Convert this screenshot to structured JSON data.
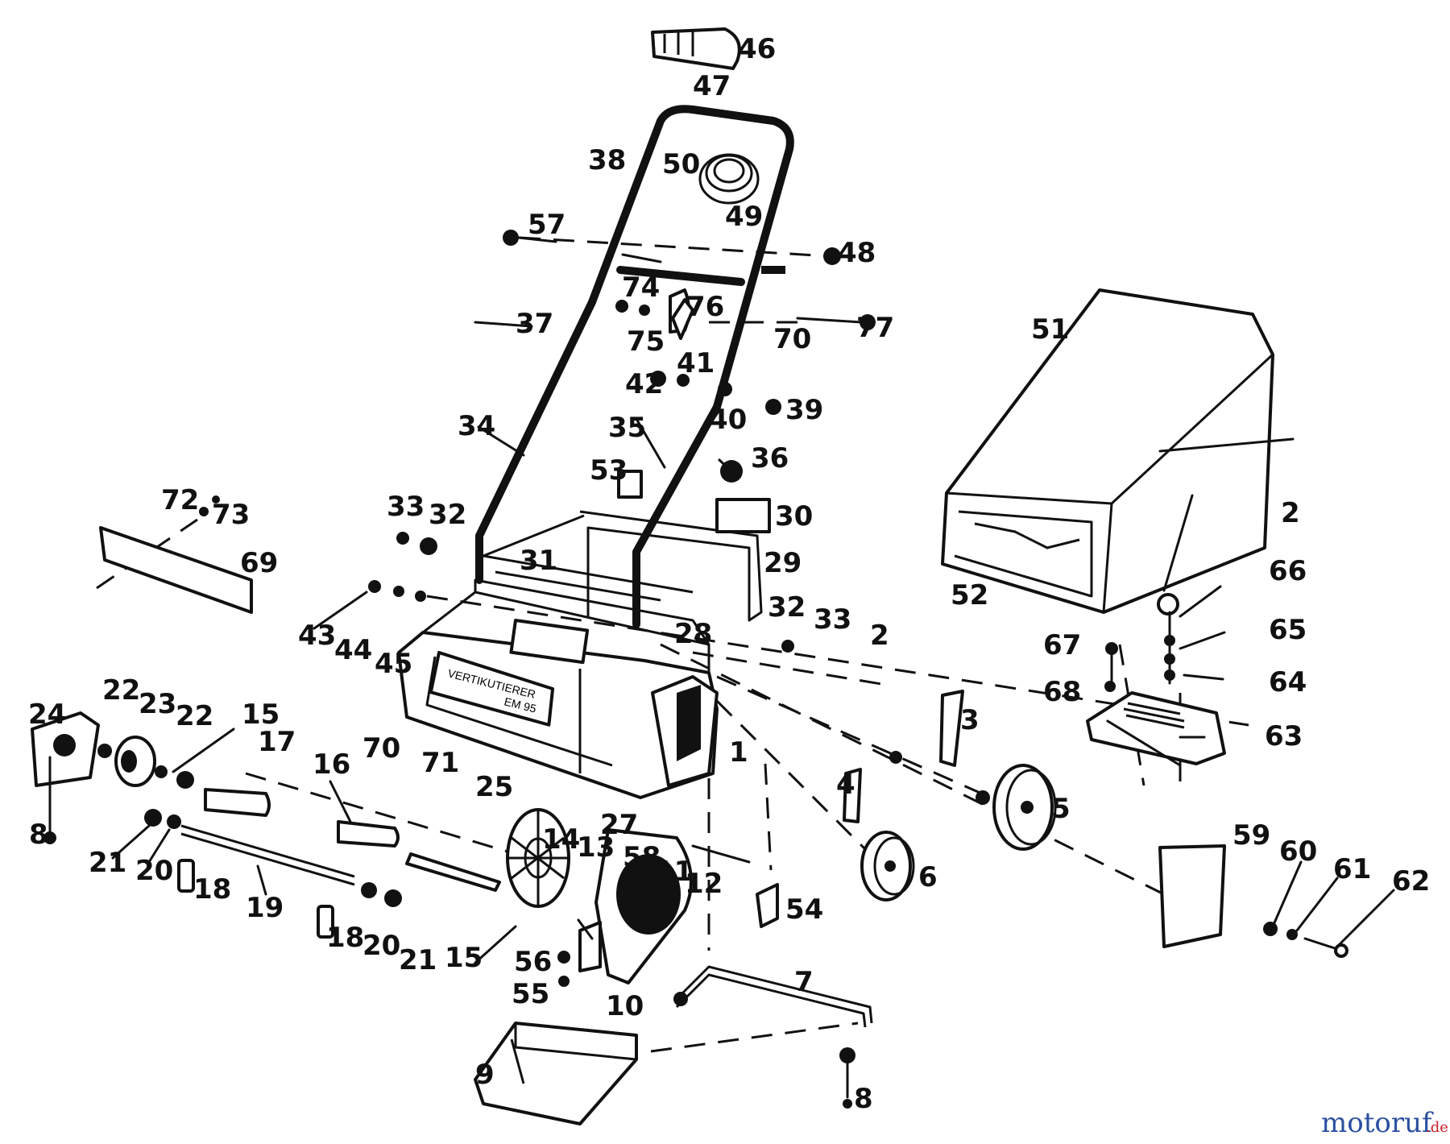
{
  "labels": {
    "p1": "1",
    "p2": "2",
    "p3": "3",
    "p4": "4",
    "p5": "5",
    "p6": "6",
    "p7": "7",
    "p8": "8",
    "p9": "9",
    "p10": "10",
    "p11": "11",
    "p12": "12",
    "p13": "13",
    "p14": "14",
    "p15": "15",
    "p16": "16",
    "p17": "17",
    "p18": "18",
    "p19": "19",
    "p20": "20",
    "p21": "21",
    "p22": "22",
    "p23": "23",
    "p24": "24",
    "p25": "25",
    "p27": "27",
    "p28": "28",
    "p29": "29",
    "p30": "30",
    "p31": "31",
    "p32": "32",
    "p33": "33",
    "p34": "34",
    "p35": "35",
    "p36": "36",
    "p37": "37",
    "p38": "38",
    "p39": "39",
    "p40": "40",
    "p41": "41",
    "p42": "42",
    "p43": "43",
    "p44": "44",
    "p45": "45",
    "p46": "46",
    "p47": "47",
    "p48": "48",
    "p49": "49",
    "p50": "50",
    "p51": "51",
    "p52": "52",
    "p53": "53",
    "p54": "54",
    "p55": "55",
    "p56": "56",
    "p57": "57",
    "p58": "58",
    "p59": "59",
    "p60": "60",
    "p61": "61",
    "p62": "62",
    "p63": "63",
    "p64": "64",
    "p65": "65",
    "p66": "66",
    "p67": "67",
    "p68": "68",
    "p69": "69",
    "p70": "70",
    "p71": "71",
    "p72": "72",
    "p73": "73",
    "p74": "74",
    "p75": "75",
    "p76": "76",
    "p77": "77"
  },
  "housing_plate": {
    "line1": "VERTIKUTIERER",
    "line2": "EM 95"
  },
  "watermark": {
    "brand": "motoruf",
    "tld": ".de"
  },
  "colors": {
    "ink": "#111111",
    "watermark_blue": "#2b4fa0",
    "watermark_red": "#c8202a"
  }
}
